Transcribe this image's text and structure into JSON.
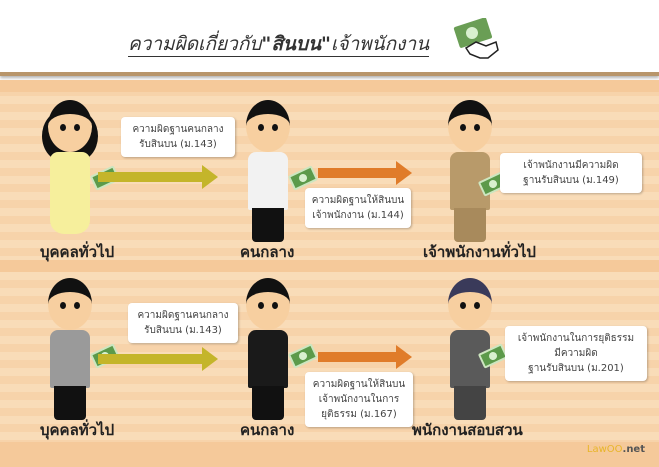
{
  "header": {
    "title_prefix": "ความผิดเกี่ยวกับ",
    "title_bold": "\"สินบน\"",
    "title_suffix": "เจ้าพนักงาน",
    "icon": "money-handshake-icon"
  },
  "rows": [
    {
      "giver_label": "บุคคลทั่วไป",
      "middle_label": "คนกลาง",
      "official_label": "เจ้าพนักงานทั่วไป",
      "bubble_middle_receive": "ความผิดฐานคนกลาง\nรับสินบน (ม.143)",
      "bubble_middle_give": "ความผิดฐานให้สินบน\nเจ้าพนักงาน (ม.144)",
      "bubble_official": "เจ้าพนักงานมีความผิด\nฐานรับสินบน (ม.149)"
    },
    {
      "giver_label": "บุคคลทั่วไป",
      "middle_label": "คนกลาง",
      "official_label": "พนักงานสอบสวน",
      "bubble_middle_receive": "ความผิดฐานคนกลาง\nรับสินบน (ม.143)",
      "bubble_middle_give": "ความผิดฐานให้สินบน\nเจ้าพนักงานในการ\nยุติธรรม (ม.167)",
      "bubble_official": "เจ้าพนักงานในการยุติธรรม\nมีความผิด\nฐานรับสินบน (ม.201)"
    }
  ],
  "logo": {
    "prefix": "Law",
    "mid": "OO",
    "suffix": ".net"
  },
  "colors": {
    "arrow_yellow": "#c4b52a",
    "arrow_orange": "#e07c2a",
    "background": "#f9dcb8"
  }
}
